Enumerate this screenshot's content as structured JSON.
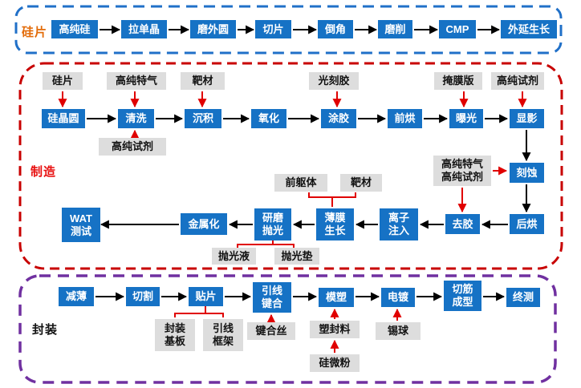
{
  "colors": {
    "process_box_fill": "#1672C5",
    "material_box_fill": "#DDDDDD",
    "flow_arrow": "#000000",
    "material_arrow": "#E00000",
    "wafer_section_border": "#2070C8",
    "fab_section_border": "#C80000",
    "package_section_border": "#7030A0",
    "wafer_label_color": "#E36C0A",
    "fab_label_color": "#E81010",
    "package_label_color": "#111111"
  },
  "wafer": {
    "label": "硅片",
    "steps": [
      "高纯硅",
      "拉单晶",
      "磨外圆",
      "切片",
      "倒角",
      "磨削",
      "CMP",
      "外延生长"
    ]
  },
  "fab": {
    "label": "制造",
    "row1": [
      "硅晶圆",
      "清洗",
      "沉积",
      "氧化",
      "涂胶",
      "前烘",
      "曝光",
      "显影"
    ],
    "top_inputs": [
      "硅片",
      "高纯特气",
      "靶材",
      "光刻胶",
      "掩膜版",
      "高纯试剂"
    ],
    "clean_reagent_input": "高纯试剂",
    "etch_input": "高纯特气\n高纯试剂",
    "row2": [
      "刻蚀",
      "后烘",
      "去胶",
      "离子\n注入",
      "薄膜\n生长",
      "研磨\n抛光",
      "金属化",
      "WAT\n测试"
    ],
    "film_growth_inputs": [
      "前躯体",
      "靶材"
    ],
    "polish_inputs": [
      "抛光液",
      "抛光垫"
    ]
  },
  "package": {
    "label": "封装",
    "steps": [
      "减薄",
      "切割",
      "贴片",
      "引线\n键合",
      "模塑",
      "电镀",
      "切筋\n成型",
      "终测"
    ],
    "die_attach_inputs": [
      "封装\n基板",
      "引线\n框架"
    ],
    "bond_wire_input": "键合丝",
    "molding_compound_input": "塑封料",
    "silica_powder_input": "硅微粉",
    "solder_ball_input": "锡球"
  }
}
